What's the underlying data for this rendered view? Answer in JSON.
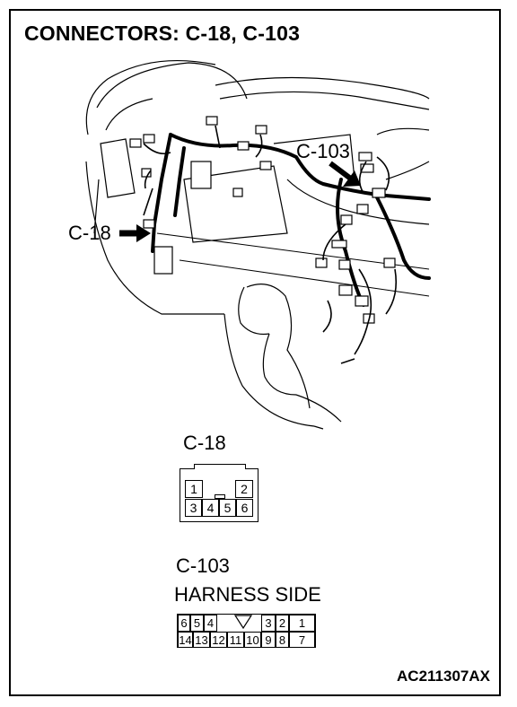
{
  "title": "CONNECTORS: C-18, C-103",
  "callouts": {
    "c103": "C-103",
    "c18": "C-18"
  },
  "c18_connector": {
    "label": "C-18",
    "row1": [
      "1",
      "",
      "",
      "2"
    ],
    "row2": [
      "3",
      "4",
      "5",
      "6"
    ]
  },
  "c103_connector": {
    "label": "C-103",
    "sublabel": "HARNESS SIDE",
    "row1": [
      "6",
      "5",
      "4",
      "",
      "3",
      "2",
      "1"
    ],
    "row2": [
      "14",
      "13",
      "12",
      "11",
      "10",
      "9",
      "8",
      "7"
    ]
  },
  "reference_code": "AC211307AX"
}
